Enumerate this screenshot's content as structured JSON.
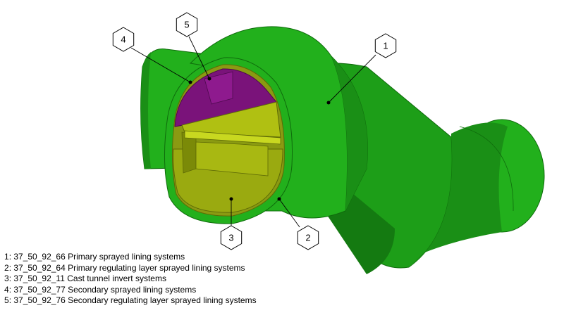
{
  "colors": {
    "primary_lining": "#22b01c",
    "primary_lining_dark": "#0f6b0c",
    "regulating_layer": "#8a9a12",
    "invert": "#9aaa10",
    "invert_dark": "#6f7d08",
    "secondary_lining": "#7a137a"
  },
  "callouts": [
    {
      "number": "1"
    },
    {
      "number": "2"
    },
    {
      "number": "3"
    },
    {
      "number": "4"
    },
    {
      "number": "5"
    }
  ],
  "legend": [
    {
      "number": "1",
      "code": "37_50_92_66",
      "description": "Primary sprayed lining systems"
    },
    {
      "number": "2",
      "code": "37_50_92_64",
      "description": "Primary regulating layer sprayed lining systems"
    },
    {
      "number": "3",
      "code": "37_50_92_11",
      "description": "Cast tunnel invert systems"
    },
    {
      "number": "4",
      "code": "37_50_92_77",
      "description": "Secondary sprayed lining systems"
    },
    {
      "number": "5",
      "code": "37_50_92_76",
      "description": "Secondary regulating layer sprayed lining systems"
    }
  ]
}
